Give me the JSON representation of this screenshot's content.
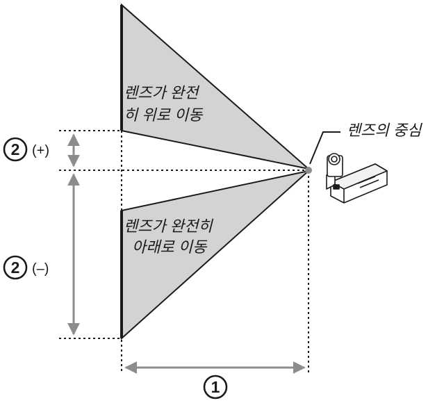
{
  "labels": {
    "upper_region": [
      "렌즈가 완전",
      "히 위로 이동"
    ],
    "lower_region": [
      "렌즈가 완전히",
      "아래로 이동"
    ],
    "lens_center": "렌즈의 중심"
  },
  "markers": {
    "distance_number": "1",
    "shift_number_up": "2",
    "shift_sign_up": "(+)",
    "shift_number_down": "2",
    "shift_sign_down": "(–)"
  },
  "colors": {
    "beam_fill": "#d3d3d3",
    "outline": "#1a1a1a",
    "arrow": "#8c8c8c",
    "dot": "#8c8c8c"
  }
}
